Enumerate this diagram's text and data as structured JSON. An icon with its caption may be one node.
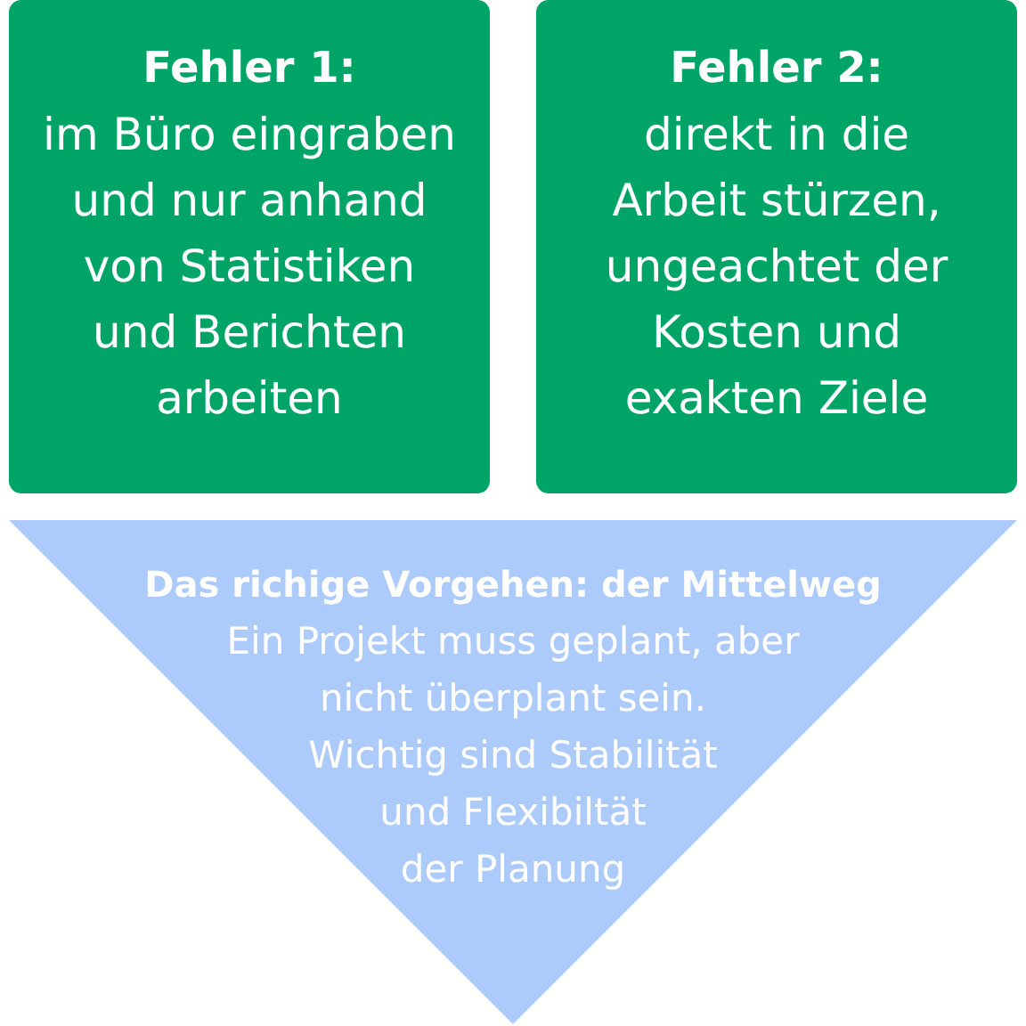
{
  "diagram": {
    "nodes": [
      {
        "text": [
          "Fehler 1:",
          "im Büro eingraben und nur anhand von Statistiken und Berichten arbeiten"
        ]
      },
      {
        "text": [
          "Fehler 2:",
          "direkt in die Arbeit stürzen, ungeachtet der Kosten und exakten Ziele"
        ]
      },
      {
        "text": [
          "Das richige Vorgehen: der Mittelweg",
          "Ein Projekt muss geplant, aber nicht überplant sein.",
          "Wichtig sind Stabilität und Flexibiltät der Planung"
        ]
      }
    ]
  }
}
